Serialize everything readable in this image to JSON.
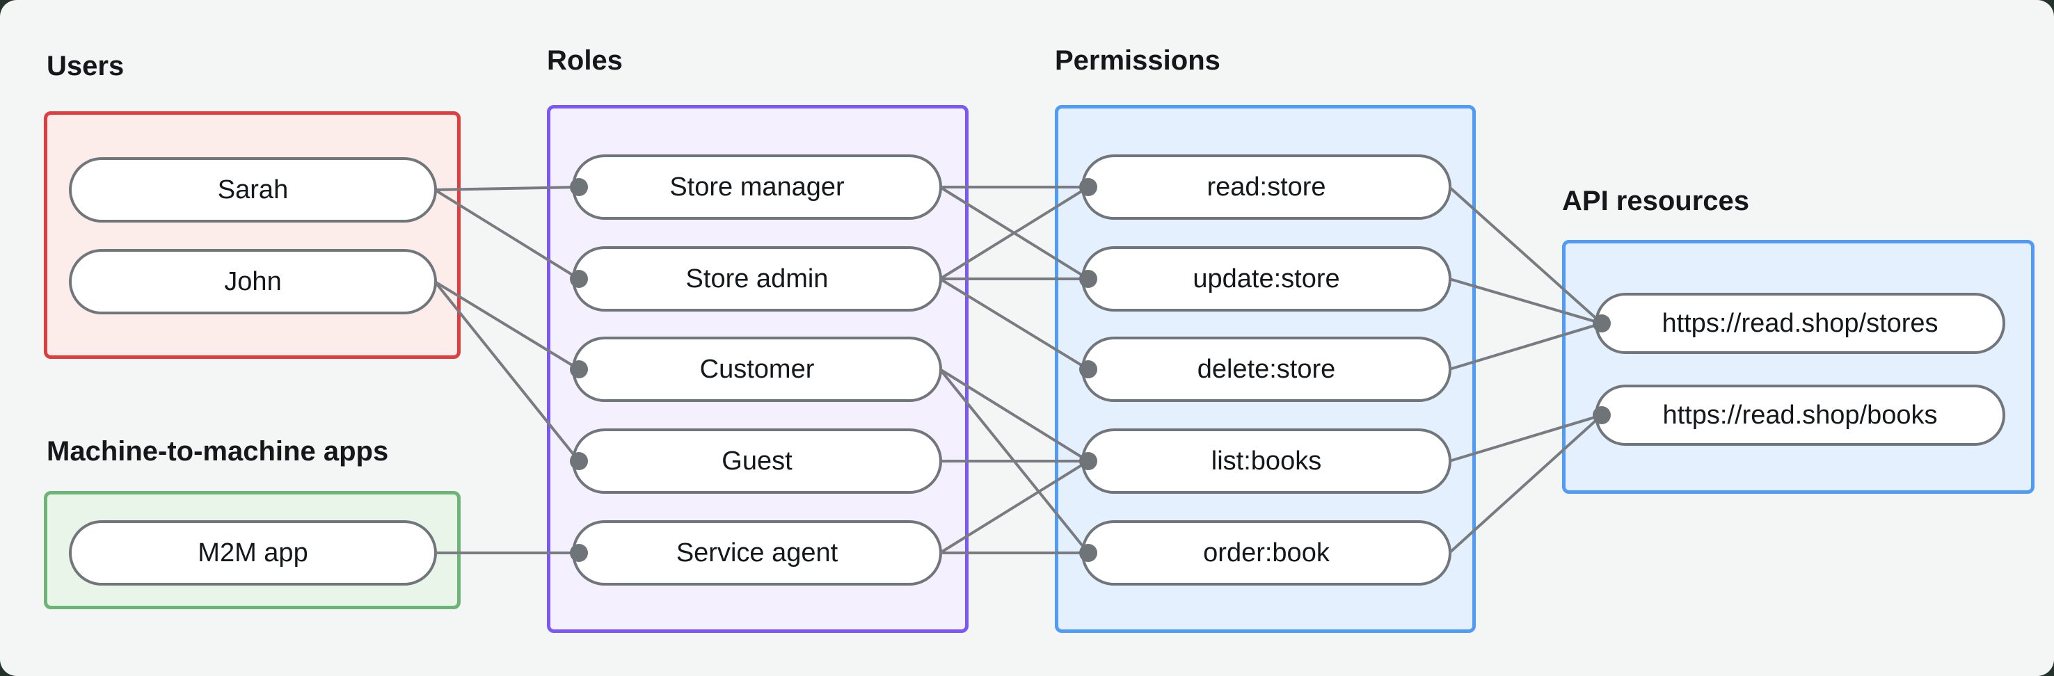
{
  "groups": [
    {
      "id": "users",
      "label": "Users",
      "border": "#e03e3e",
      "fill": "#fcedeb",
      "nodes": [
        {
          "id": "sarah",
          "label": "Sarah"
        },
        {
          "id": "john",
          "label": "John"
        }
      ]
    },
    {
      "id": "m2m-apps",
      "label": "Machine-to-machine apps",
      "border": "#6cb576",
      "fill": "#e9f5e9",
      "nodes": [
        {
          "id": "m2m",
          "label": "M2M app"
        }
      ]
    },
    {
      "id": "roles",
      "label": "Roles",
      "border": "#7a58f5",
      "fill": "#f4f0fd",
      "nodes": [
        {
          "id": "store-manager",
          "label": "Store manager"
        },
        {
          "id": "store-admin",
          "label": "Store admin"
        },
        {
          "id": "customer",
          "label": "Customer"
        },
        {
          "id": "guest",
          "label": "Guest"
        },
        {
          "id": "service-agent",
          "label": "Service agent"
        }
      ]
    },
    {
      "id": "permissions",
      "label": "Permissions",
      "border": "#4f9bf7",
      "fill": "#e4f0fd",
      "nodes": [
        {
          "id": "read-store",
          "label": "read:store"
        },
        {
          "id": "update-store",
          "label": "update:store"
        },
        {
          "id": "delete-store",
          "label": "delete:store"
        },
        {
          "id": "list-books",
          "label": "list:books"
        },
        {
          "id": "order-book",
          "label": "order:book"
        }
      ]
    },
    {
      "id": "api-resources",
      "label": "API resources",
      "border": "#4f9bf7",
      "fill": "#e4f0fd",
      "nodes": [
        {
          "id": "stores",
          "label": "https://read.shop/stores"
        },
        {
          "id": "books",
          "label": "https://read.shop/books"
        }
      ]
    }
  ],
  "edges": [
    {
      "from": "sarah",
      "to": "store-manager"
    },
    {
      "from": "sarah",
      "to": "store-admin"
    },
    {
      "from": "john",
      "to": "customer"
    },
    {
      "from": "john",
      "to": "guest"
    },
    {
      "from": "m2m",
      "to": "service-agent"
    },
    {
      "from": "store-manager",
      "to": "read-store"
    },
    {
      "from": "store-manager",
      "to": "update-store"
    },
    {
      "from": "store-admin",
      "to": "read-store"
    },
    {
      "from": "store-admin",
      "to": "update-store"
    },
    {
      "from": "store-admin",
      "to": "delete-store"
    },
    {
      "from": "customer",
      "to": "list-books"
    },
    {
      "from": "customer",
      "to": "order-book"
    },
    {
      "from": "guest",
      "to": "list-books"
    },
    {
      "from": "service-agent",
      "to": "list-books"
    },
    {
      "from": "service-agent",
      "to": "order-book"
    },
    {
      "from": "read-store",
      "to": "stores"
    },
    {
      "from": "update-store",
      "to": "stores"
    },
    {
      "from": "delete-store",
      "to": "stores"
    },
    {
      "from": "list-books",
      "to": "books"
    },
    {
      "from": "order-book",
      "to": "books"
    }
  ],
  "styles": {
    "canvas_bg": "#f4f6f5",
    "page_bg": "#24332b",
    "node_fill": "#ffffff",
    "node_border": "#71767b",
    "edge_color": "#787c80",
    "dot_color": "#6f7478",
    "text_color": "#15181b"
  }
}
